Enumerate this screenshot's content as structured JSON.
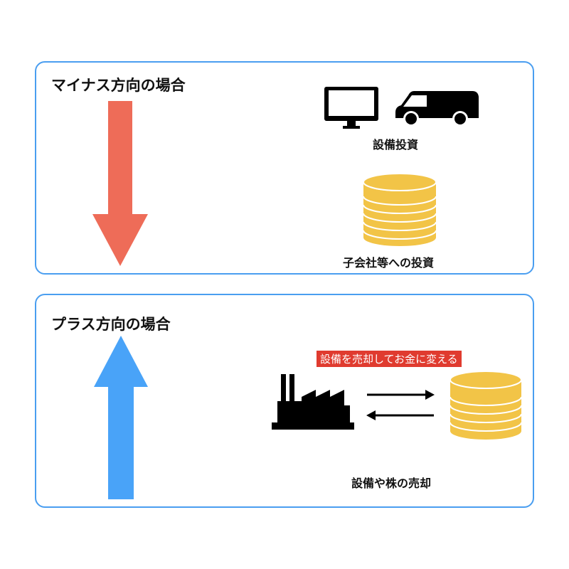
{
  "sections": {
    "minus": {
      "title": "マイナス方向の場合",
      "arrow_color": "#ee6c58",
      "items": [
        {
          "label": "設備投資",
          "icons": [
            "monitor-icon",
            "van-icon"
          ]
        },
        {
          "label": "子会社等への投資",
          "icons": [
            "coin-stack-icon"
          ]
        }
      ]
    },
    "plus": {
      "title": "プラス方向の場合",
      "arrow_color": "#49a3f8",
      "badge": "設備を売却してお金に変える",
      "label": "設備や株の売却",
      "icons": [
        "factory-icon",
        "exchange-arrows-icon",
        "coin-stack-icon"
      ]
    }
  },
  "colors": {
    "panel_border": "#4a9ef0",
    "coin_fill": "#f2c447",
    "badge_bg": "#e03b2f"
  }
}
